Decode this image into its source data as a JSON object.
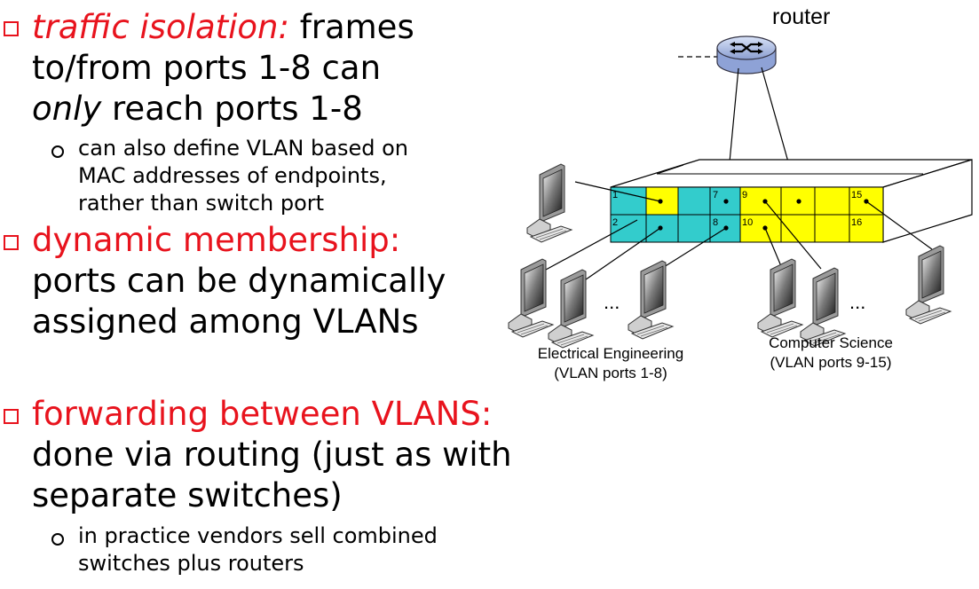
{
  "bullets": [
    {
      "lead": "traffic isolation:",
      "rest": " frames",
      "line2": "to/from ports 1-8 can",
      "line3_em": "only",
      "line3_rest": " reach ports 1-8",
      "sub": [
        "can also define VLAN based on",
        "MAC addresses of endpoints,",
        "rather than switch port"
      ]
    },
    {
      "lead": "dynamic membership:",
      "line2": "ports can be dynamically",
      "line3": "assigned among VLANs"
    },
    {
      "lead": "forwarding between VLANS:",
      "line2": "done via routing (just as with",
      "line3": "separate switches)",
      "sub": [
        "in practice vendors sell combined",
        "switches plus routers"
      ]
    }
  ],
  "diagram": {
    "router_label": "router",
    "port_labels": [
      "1",
      "2",
      "7",
      "8",
      "9",
      "10",
      "15",
      "16"
    ],
    "ellipsis": "...",
    "groups": [
      {
        "name": "Electrical Engineering",
        "ports": "(VLAN ports 1-8)",
        "color": "#33cccc"
      },
      {
        "name": "Computer Science",
        "ports": "(VLAN ports 9-15)",
        "color": "#ffff00"
      }
    ]
  }
}
